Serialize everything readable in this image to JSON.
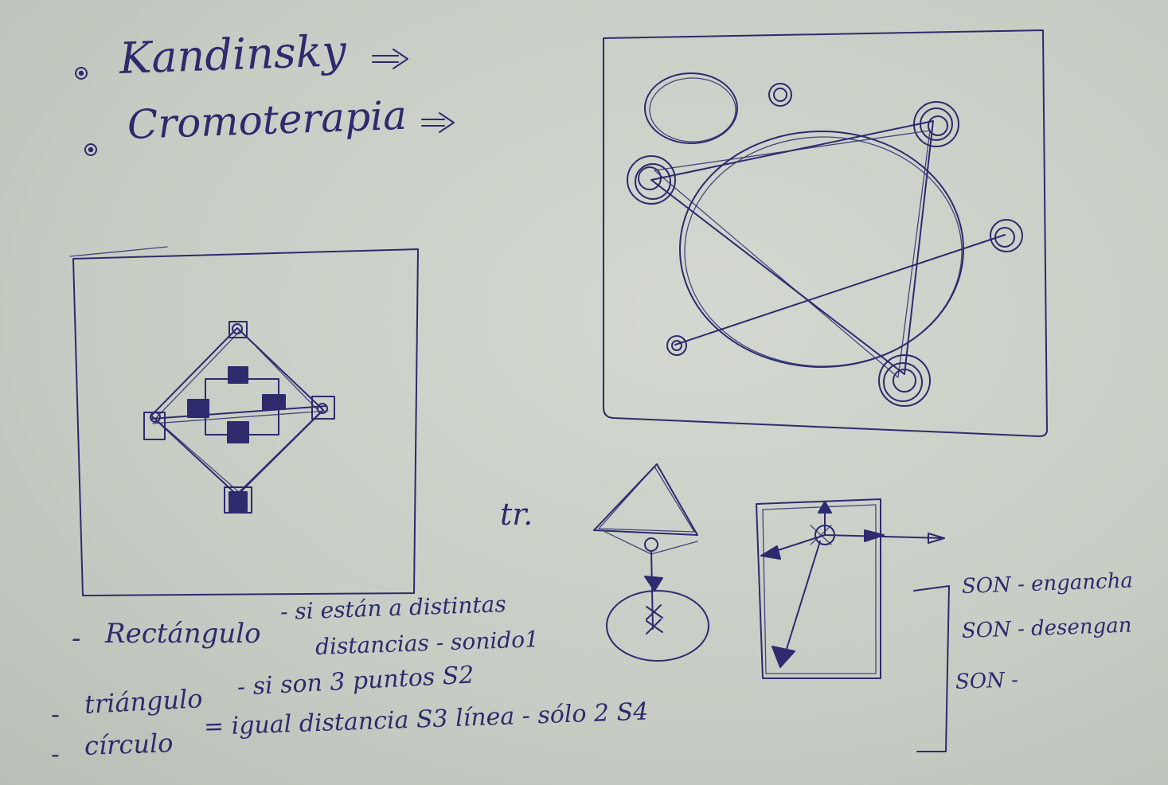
{
  "header": {
    "items": [
      {
        "label": "Kandinsky",
        "suffix": "=>"
      },
      {
        "label": "Cromoterapia",
        "suffix": "=>"
      }
    ]
  },
  "sketches": {
    "tri_label": "tr."
  },
  "rules": {
    "rectangle": {
      "dash": "-",
      "label": "Rectángulo",
      "line1": "- si están a distintas",
      "line2": "distancias - sonido1"
    },
    "triangle": {
      "dash": "-",
      "label": "triángulo",
      "text": "- si son 3 puntos S2"
    },
    "circle": {
      "dash": "-",
      "label": "círculo",
      "text": "= igual distancia S3 línea - sólo 2 S4"
    }
  },
  "sound_notes": [
    "SON - engancha",
    "SON - desengan",
    "SON -"
  ],
  "colors": {
    "ink": "#2d2a6e",
    "paper": "#cdd2ca"
  }
}
